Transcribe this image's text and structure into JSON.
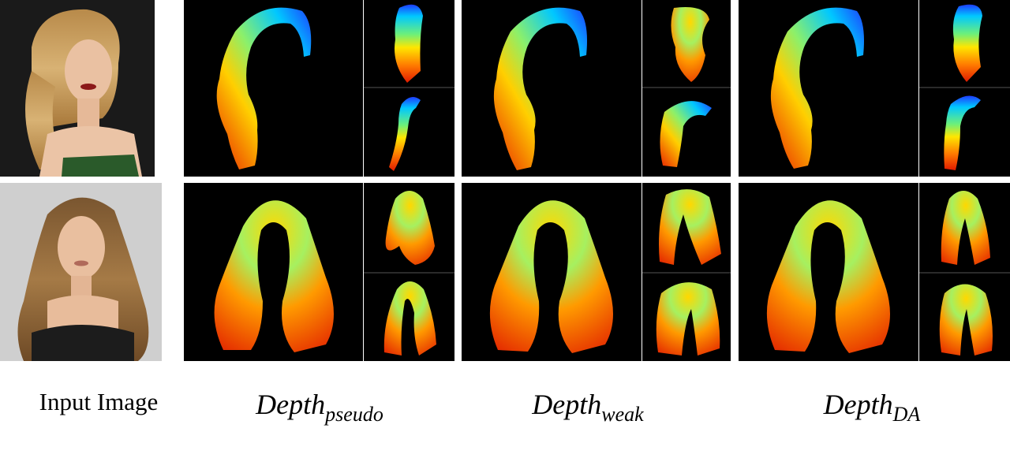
{
  "figure": {
    "rows": [
      {
        "name": "row-1-hairstyle-side-swept-wavy",
        "photo_bg": "#141414"
      },
      {
        "name": "row-2-hairstyle-long-curly",
        "photo_bg": "#cfcfcf"
      }
    ],
    "columns": [
      {
        "id": "input",
        "caption_plain": "Input Image"
      },
      {
        "id": "pseudo",
        "caption_base": "Depth",
        "caption_sub": "pseudo"
      },
      {
        "id": "weak",
        "caption_base": "Depth",
        "caption_sub": "weak"
      },
      {
        "id": "da",
        "caption_base": "Depth",
        "caption_sub": "DA"
      }
    ],
    "colormap": {
      "name": "jet",
      "stops": [
        "#1e3cff",
        "#00c8ff",
        "#6cf07a",
        "#ffe600",
        "#ff7a00",
        "#e01a00"
      ]
    },
    "panel_background": "#000000"
  }
}
